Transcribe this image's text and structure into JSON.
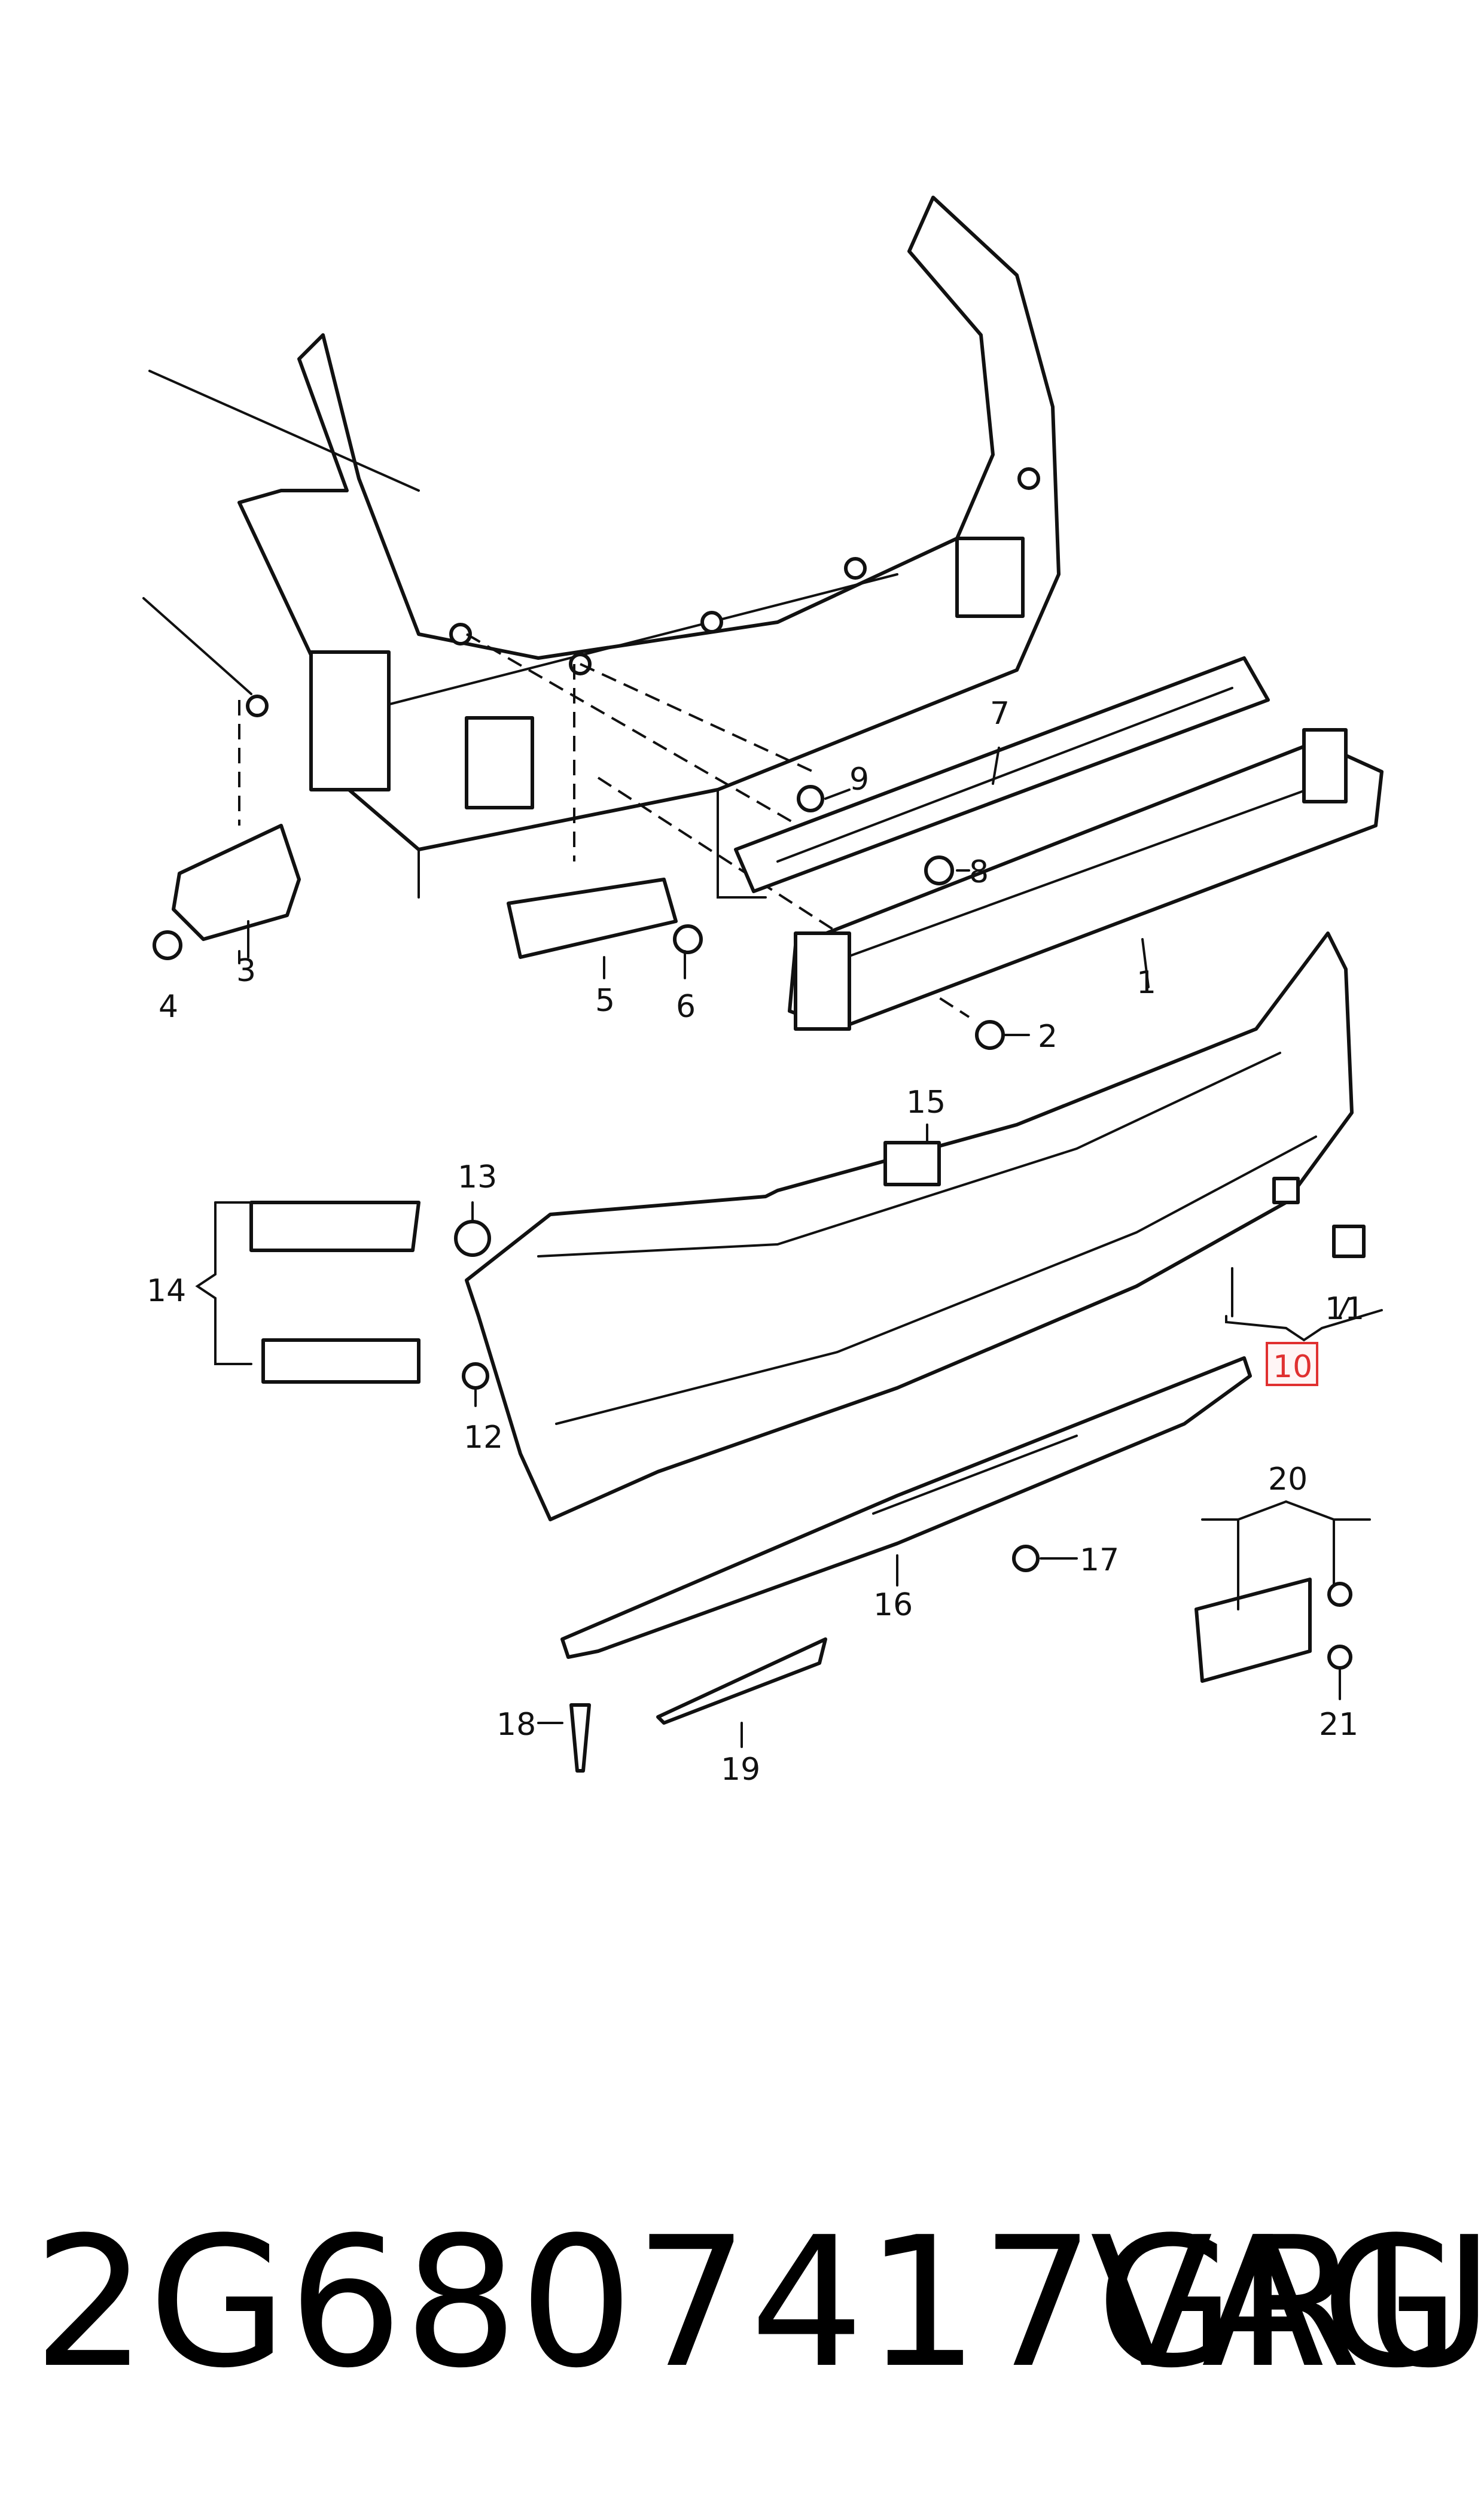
{
  "diagram": {
    "callouts": [
      "1",
      "2",
      "3",
      "4",
      "5",
      "6",
      "7",
      "8",
      "9",
      "10",
      "11",
      "12",
      "13",
      "14",
      "15",
      "16",
      "17",
      "18",
      "19",
      "20",
      "21"
    ],
    "highlighted_callout": "10",
    "highlight_color": "#e03030"
  },
  "footer": {
    "part_number": "2G6807417GRU",
    "brand": "VAG"
  }
}
